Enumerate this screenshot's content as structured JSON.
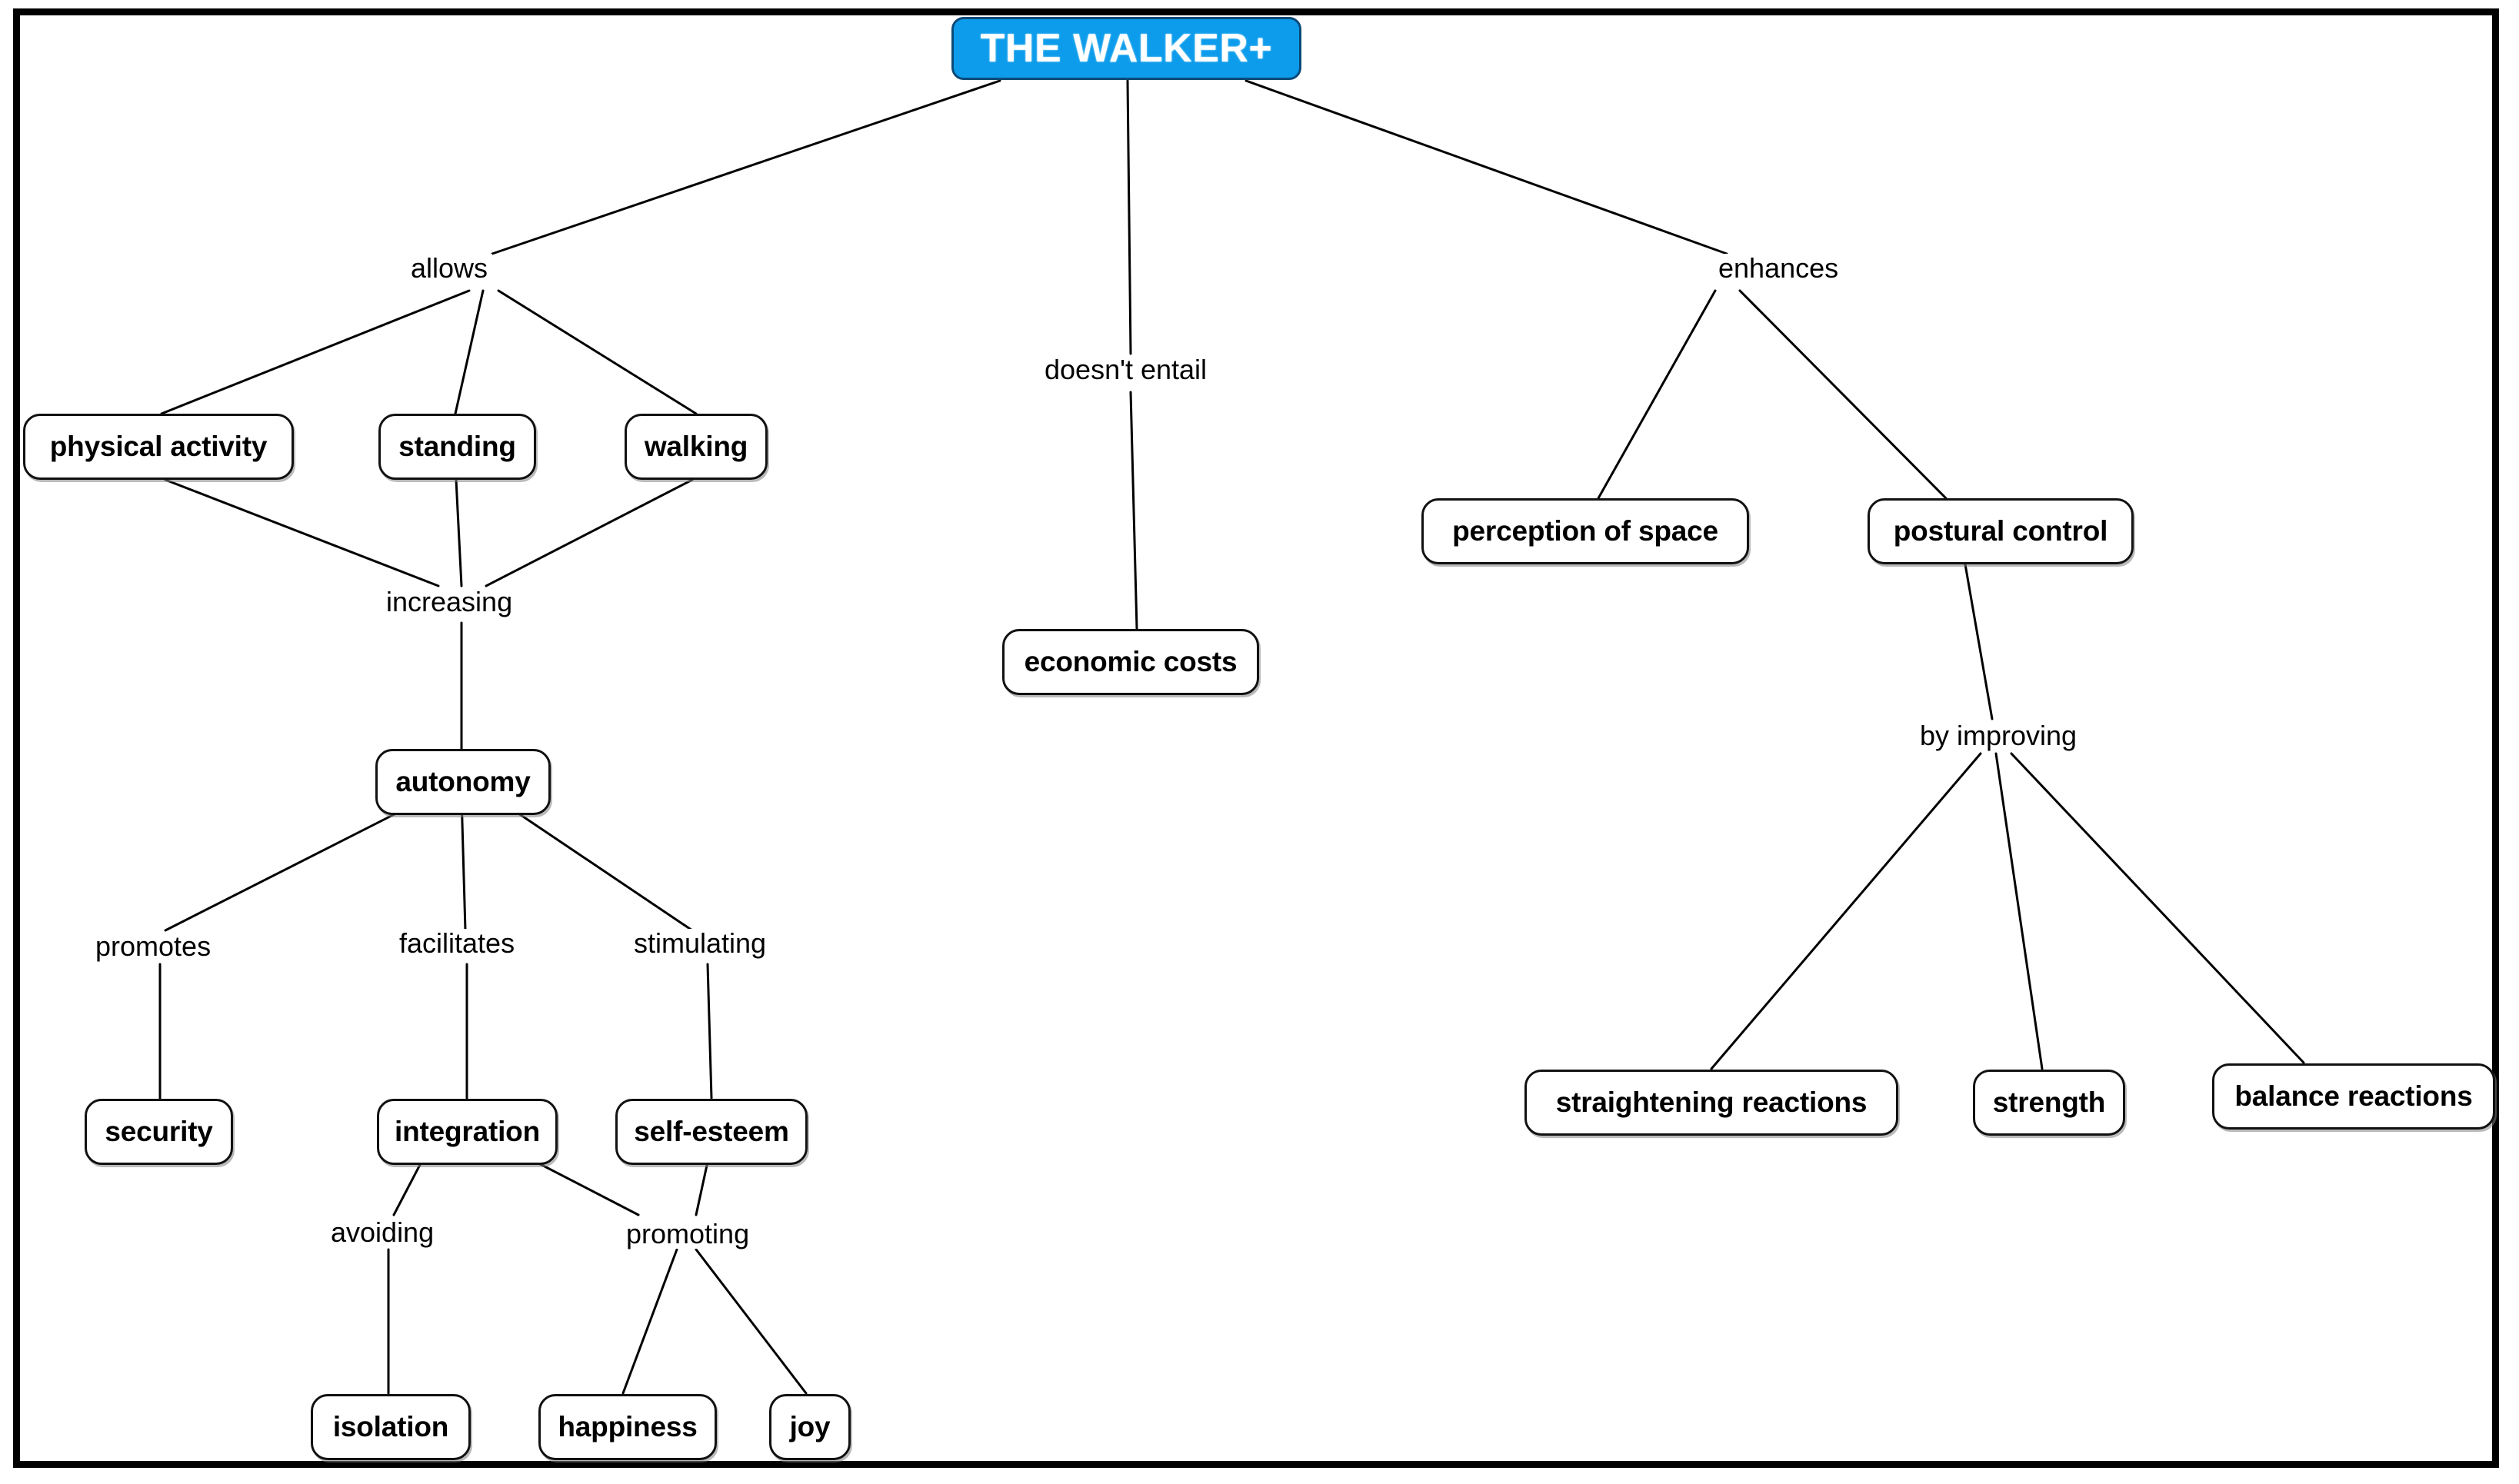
{
  "diagram": {
    "type": "concept-map",
    "title": "THE WALKER+",
    "frame_border_color": "#000000",
    "accent_color": "#0d9ceb",
    "background_color": "#ffffff",
    "node_border_color": "#111111",
    "nodes": [
      {
        "id": "root",
        "label": "THE WALKER+"
      },
      {
        "id": "physical",
        "label": "physical activity"
      },
      {
        "id": "standing",
        "label": "standing"
      },
      {
        "id": "walking",
        "label": "walking"
      },
      {
        "id": "autonomy",
        "label": "autonomy"
      },
      {
        "id": "security",
        "label": "security"
      },
      {
        "id": "integration",
        "label": "integration"
      },
      {
        "id": "selfesteem",
        "label": "self-esteem"
      },
      {
        "id": "isolation",
        "label": "isolation"
      },
      {
        "id": "happiness",
        "label": "happiness"
      },
      {
        "id": "joy",
        "label": "joy"
      },
      {
        "id": "economic",
        "label": "economic costs"
      },
      {
        "id": "perception",
        "label": "perception of space"
      },
      {
        "id": "postural",
        "label": "postural control"
      },
      {
        "id": "straightening",
        "label": "straightening reactions"
      },
      {
        "id": "strength",
        "label": "strength"
      },
      {
        "id": "balance",
        "label": "balance reactions"
      }
    ],
    "link_labels": [
      {
        "id": "allows",
        "label": "allows"
      },
      {
        "id": "doesnt_entail",
        "label": "doesn't entail"
      },
      {
        "id": "enhances",
        "label": "enhances"
      },
      {
        "id": "increasing",
        "label": "increasing"
      },
      {
        "id": "promotes",
        "label": "promotes"
      },
      {
        "id": "facilitates",
        "label": "facilitates"
      },
      {
        "id": "stimulating",
        "label": "stimulating"
      },
      {
        "id": "avoiding",
        "label": "avoiding"
      },
      {
        "id": "promoting",
        "label": "promoting"
      },
      {
        "id": "by_improving",
        "label": "by improving"
      }
    ],
    "propositions": [
      "THE WALKER+ allows physical activity",
      "THE WALKER+ allows standing",
      "THE WALKER+ allows walking",
      "physical activity increasing autonomy",
      "standing increasing autonomy",
      "walking increasing autonomy",
      "autonomy promotes security",
      "autonomy facilitates integration",
      "autonomy stimulating self-esteem",
      "integration avoiding isolation",
      "integration promoting happiness",
      "self-esteem promoting happiness",
      "promoting joy",
      "THE WALKER+ doesn't entail economic costs",
      "THE WALKER+ enhances perception of space",
      "THE WALKER+ enhances postural control",
      "postural control by improving straightening reactions",
      "postural control by improving strength",
      "postural control by improving balance reactions"
    ]
  }
}
